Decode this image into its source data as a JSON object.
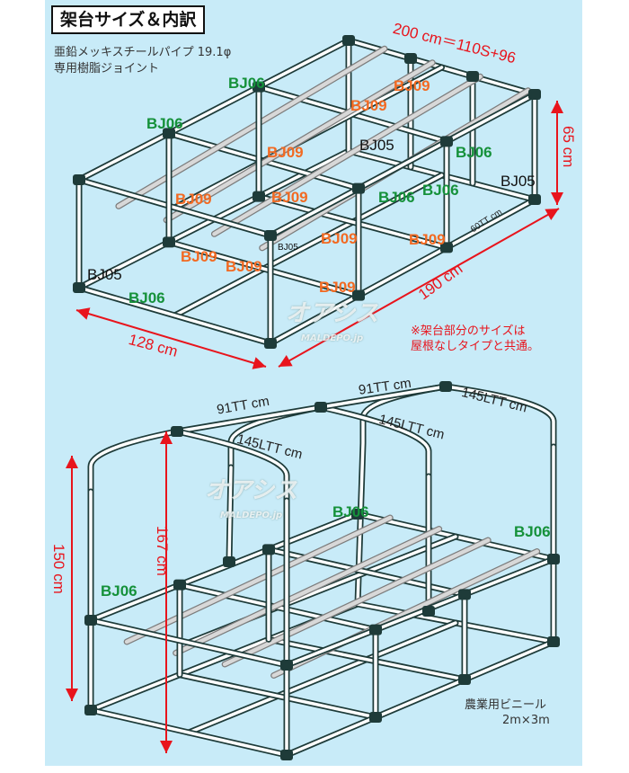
{
  "header": {
    "title": "架台サイズ＆内訳"
  },
  "materials": {
    "pipe": "亜鉛メッキスチールパイプ 19.1φ",
    "joint": "専用樹脂ジョイント"
  },
  "top_frame": {
    "length_label": "200 cm＝110S+96",
    "height_label": "65 cm",
    "depth_label": "128 cm",
    "width_label": "190 cm",
    "crossbar_label": "60TT cm",
    "joints_bj06": [
      "BJ06",
      "BJ06",
      "BJ06",
      "BJ06",
      "BJ06",
      "BJ06"
    ],
    "joints_bj09": [
      "BJ09",
      "BJ09",
      "BJ09",
      "BJ09",
      "BJ09",
      "BJ09",
      "BJ09",
      "BJ09",
      "BJ09",
      "BJ09"
    ],
    "joints_bj05": [
      "BJ05",
      "BJ05",
      "BJ05",
      "BJ05"
    ],
    "note_line1": "※架台部分のサイズは",
    "note_line2": "屋根なしタイプと共通。"
  },
  "bottom_frame": {
    "ridge_labels": [
      "91TT cm",
      "91TT cm"
    ],
    "arch_labels": [
      "145LTT cm",
      "145LTT cm",
      "145LTT cm"
    ],
    "height_side_label": "150 cm",
    "height_peak_label": "167 cm",
    "joints_bj06": [
      "BJ06",
      "BJ06",
      "BJ06"
    ],
    "vinyl_label": "農業用ビニール",
    "vinyl_size": "2m×3m"
  },
  "watermark": {
    "logo": "オアシス",
    "site": "MALDEPO.jp"
  },
  "colors": {
    "background": "#c8ebf8",
    "pipe": "#ffffff",
    "joint": "#1e3b39",
    "rod": "#d8d8d8",
    "dimension": "#e8141c",
    "bj06": "#15913a",
    "bj09": "#f26a22"
  }
}
